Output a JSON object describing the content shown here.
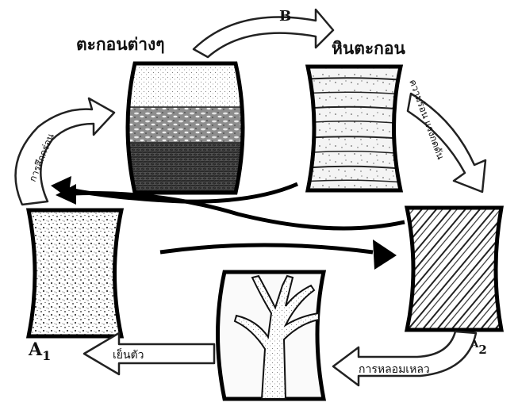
{
  "labels": {
    "sediments": "ตะกอนต่างๆ",
    "sedimentary_rock": "หินตะกอน",
    "heat_pressure": "ความร้อน แรงกดดัน",
    "weathering": "การสึกกร่อน",
    "melting": "การหลอมเหลว",
    "cooling": "เย็นตัว",
    "a1": "A",
    "a1_sub": "1",
    "a2": "A",
    "a2_sub": "2",
    "b": "B"
  }
}
